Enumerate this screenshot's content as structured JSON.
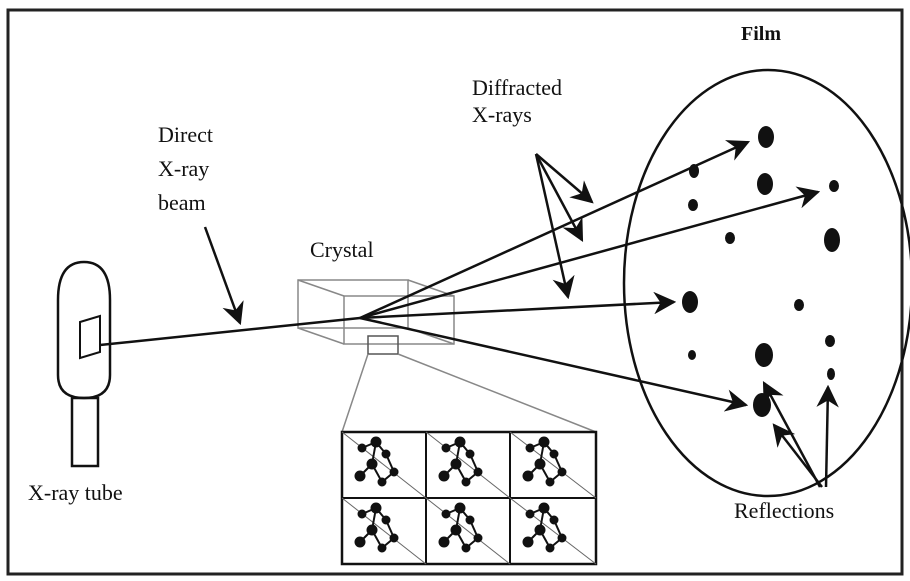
{
  "labels": {
    "film": "Film",
    "diffracted_line1": "Diffracted",
    "diffracted_line2": "X-rays",
    "direct_line1": "Direct",
    "direct_line2": "X-ray",
    "direct_line3": "beam",
    "crystal": "Crystal",
    "xray_tube": "X-ray tube",
    "reflections": "Reflections"
  },
  "colors": {
    "ink": "#111111",
    "background": "#ffffff",
    "crystal_line": "#888888"
  }
}
